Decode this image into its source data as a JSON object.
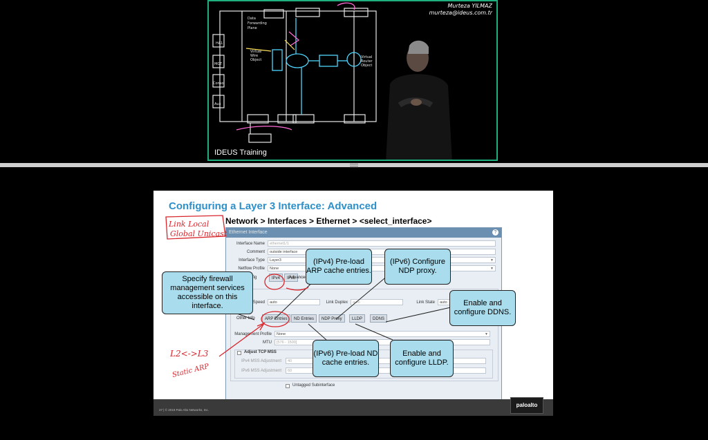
{
  "video": {
    "caption": "IDEUS Training",
    "presenter_name": "Murteza YILMAZ",
    "presenter_email": "murteza@ideus.com.tr"
  },
  "slide": {
    "title": "Configuring a Layer 3 Interface: Advanced",
    "path": "Network > Interfaces > Ethernet > <select_interface>",
    "footer": "27  |  © 2019 Palo Alto Networks, Inc.",
    "logo": "paloalto"
  },
  "dialog": {
    "title": "Ethernet Interface",
    "help_icon": "?",
    "fields": {
      "interface_name": {
        "label": "Interface Name",
        "value": "ethernet1/1"
      },
      "comment": {
        "label": "Comment",
        "value": "outside interface"
      },
      "interface_type": {
        "label": "Interface Type",
        "value": "Layer3"
      },
      "netflow_profile": {
        "label": "Netflow Profile",
        "value": "None"
      }
    },
    "tabs": {
      "config": "Config",
      "ipv4": "IPv4",
      "ipv6": "IPv6",
      "advanced": "Advanced"
    },
    "link": {
      "speed_label": "Link Speed",
      "speed_value": "auto",
      "duplex_label": "Link Duplex",
      "duplex_value": "auto",
      "state_label": "Link State",
      "state_value": "auto"
    },
    "subtabs": {
      "other_info": "Other Info",
      "arp_entries": "ARP Entries",
      "nd_entries": "ND Entries",
      "ndp_proxy": "NDP Proxy",
      "lldp": "LLDP",
      "ddns": "DDNS"
    },
    "management_profile": {
      "label": "Management Profile",
      "value": "None"
    },
    "mtu": {
      "label": "MTU",
      "placeholder": "[576 - 1500]"
    },
    "adjust_tcp_mss": {
      "label": "Adjust TCP MSS",
      "ipv4_label": "IPv4 MSS Adjustment",
      "ipv4_value": "40",
      "ipv6_label": "IPv6 MSS Adjustment",
      "ipv6_value": "60"
    },
    "untagged_subinterface": "Untagged Subinterface"
  },
  "callouts": {
    "management": "Specify firewall management services accessible on this interface.",
    "arp": "(IPv4) Pre-load ARP cache entries.",
    "ndp": "(IPv6) Configure NDP proxy.",
    "ddns": "Enable and configure DDNS.",
    "nd": "(IPv6) Pre-load ND cache entries.",
    "lldp": "Enable and configure LLDP."
  },
  "annotations": {
    "link_local": "Link Local",
    "global_unicast": "Global Unicast",
    "l2_l3": "L2<->L3",
    "static_arp": "Static ARP"
  },
  "colors": {
    "video_border": "#1fae7e",
    "title_blue": "#2e90c9",
    "callout_fill": "#a9dcec",
    "annotation_red": "#d9242b"
  }
}
